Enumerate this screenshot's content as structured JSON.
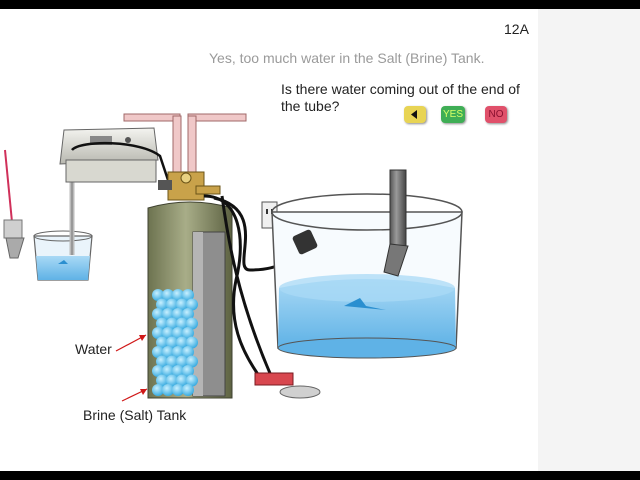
{
  "header": {
    "slide_number": "12A",
    "subtitle": "Yes, too much water in the Salt (Brine) Tank."
  },
  "prompt": {
    "question": "Is there water coming out of the end of the tube?"
  },
  "buttons": {
    "back_icon": "left-triangle-icon",
    "yes_label": "YES",
    "no_label": "NO"
  },
  "labels": {
    "water": "Water",
    "brine_tank": "Brine (Salt) Tank"
  },
  "colors": {
    "back_button": "#e8d454",
    "yes_button": "#3fae55",
    "no_button": "#e0506a",
    "water": "#7fc4ee",
    "tank": "#8b916a"
  }
}
